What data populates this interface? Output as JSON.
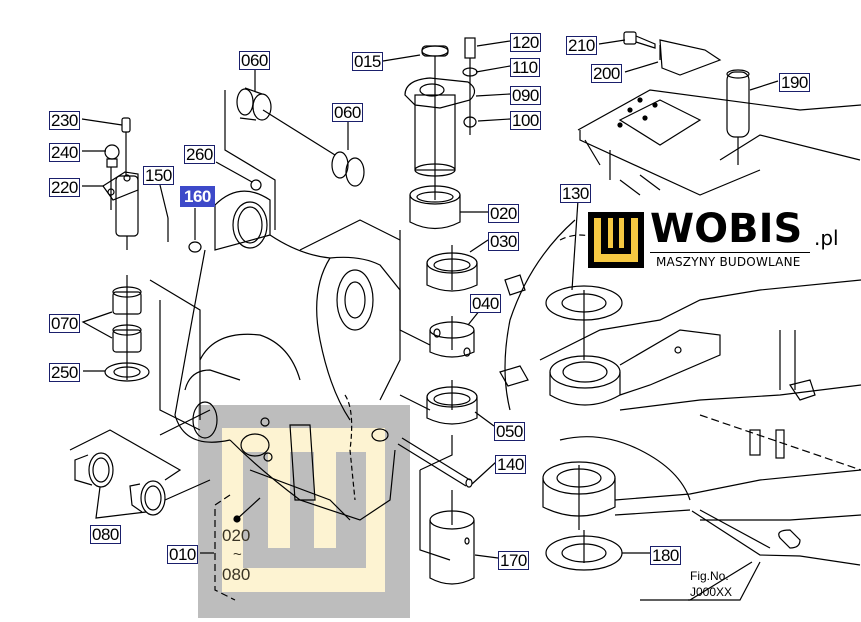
{
  "diagram": {
    "type": "exploded parts diagram",
    "figure_label": "Fig.No.",
    "figure_number": "J000XX",
    "assembly_range": {
      "from": "020",
      "tilde": "~",
      "to": "080"
    },
    "highlighted_part": "160",
    "parts": [
      {
        "id": "p015",
        "label": "015"
      },
      {
        "id": "p120",
        "label": "120"
      },
      {
        "id": "p110",
        "label": "110"
      },
      {
        "id": "p090",
        "label": "090"
      },
      {
        "id": "p100",
        "label": "100"
      },
      {
        "id": "p210",
        "label": "210"
      },
      {
        "id": "p200",
        "label": "200"
      },
      {
        "id": "p190",
        "label": "190"
      },
      {
        "id": "p060a",
        "label": "060"
      },
      {
        "id": "p060b",
        "label": "060"
      },
      {
        "id": "p230",
        "label": "230"
      },
      {
        "id": "p240",
        "label": "240"
      },
      {
        "id": "p220",
        "label": "220"
      },
      {
        "id": "p260",
        "label": "260"
      },
      {
        "id": "p150",
        "label": "150"
      },
      {
        "id": "p160",
        "label": "160"
      },
      {
        "id": "p020",
        "label": "020"
      },
      {
        "id": "p030",
        "label": "030"
      },
      {
        "id": "p040",
        "label": "040"
      },
      {
        "id": "p050",
        "label": "050"
      },
      {
        "id": "p130",
        "label": "130"
      },
      {
        "id": "p070",
        "label": "070"
      },
      {
        "id": "p250",
        "label": "250"
      },
      {
        "id": "p080",
        "label": "080"
      },
      {
        "id": "p010",
        "label": "010"
      },
      {
        "id": "p140",
        "label": "140"
      },
      {
        "id": "p170",
        "label": "170"
      },
      {
        "id": "p180",
        "label": "180"
      }
    ]
  },
  "watermark": {
    "brand": "WOBIS",
    "domain_suffix": ".pl",
    "tagline": "MASZYNY BUDOWLANE",
    "colors": {
      "yellow": "#f5c842",
      "black": "#000000",
      "grey": "#bdbdbd",
      "cream": "#fdf3d2"
    }
  },
  "colors": {
    "callout_border": "#1a1f6b",
    "highlight": "#3d49c9",
    "line": "#000000"
  }
}
